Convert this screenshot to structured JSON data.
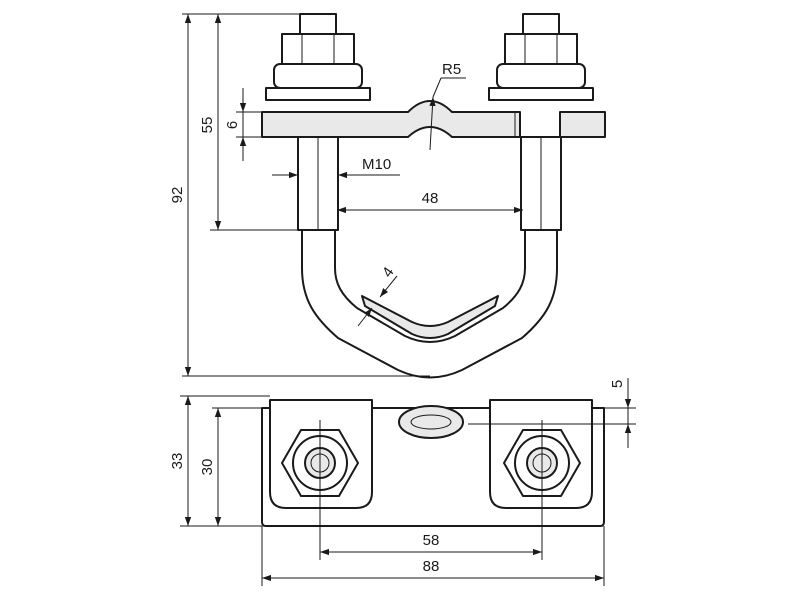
{
  "colors": {
    "line": "#1a1a1a",
    "fill": "#ffffff",
    "shade": "#e9e9e9"
  },
  "side_view": {
    "dims": {
      "total_height": "92",
      "bolt_length": "55",
      "plate_thickness": "6",
      "radius": "R5",
      "thread": "M10",
      "inner_width": "48",
      "bar_thickness": "4"
    }
  },
  "top_view": {
    "dims": {
      "edge": "5",
      "outer_depth": "33",
      "inner_depth": "30",
      "bolt_spacing": "58",
      "total_length": "88"
    }
  }
}
